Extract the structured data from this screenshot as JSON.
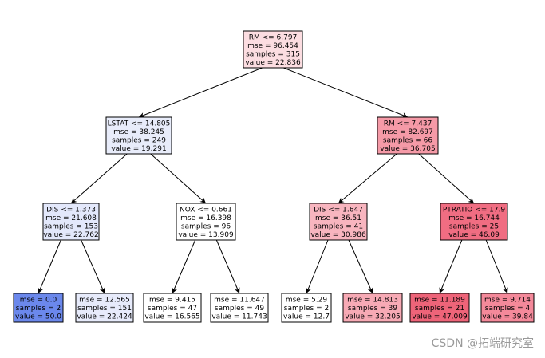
{
  "tree": {
    "nodes": [
      {
        "id": "n0",
        "lines": [
          "RM <= 6.797",
          "mse = 96.454",
          "samples = 315",
          "value = 22.836"
        ],
        "fill": "#fcdde1"
      },
      {
        "id": "n1",
        "lines": [
          "LSTAT <= 14.805",
          "mse = 38.245",
          "samples = 249",
          "value = 19.291"
        ],
        "fill": "#e8ecfa"
      },
      {
        "id": "n2",
        "lines": [
          "RM <= 7.437",
          "mse = 82.697",
          "samples = 66",
          "value = 36.705"
        ],
        "fill": "#f59aa7"
      },
      {
        "id": "n3",
        "lines": [
          "DIS <= 1.373",
          "mse = 21.608",
          "samples = 153",
          "value = 22.762"
        ],
        "fill": "#e3e8fb"
      },
      {
        "id": "n4",
        "lines": [
          "NOX <= 0.661",
          "mse = 16.398",
          "samples = 96",
          "value = 13.909"
        ],
        "fill": "#ffffff"
      },
      {
        "id": "n5",
        "lines": [
          "DIS <= 1.647",
          "mse = 36.51",
          "samples = 41",
          "value = 30.986"
        ],
        "fill": "#f8b5bf"
      },
      {
        "id": "n6",
        "lines": [
          "PTRATIO <= 17.9",
          "mse = 16.744",
          "samples = 25",
          "value = 46.09"
        ],
        "fill": "#f06d82"
      },
      {
        "id": "n7",
        "lines": [
          "mse = 0.0",
          "samples = 2",
          "value = 50.0"
        ],
        "fill": "#6b88ec"
      },
      {
        "id": "n8",
        "lines": [
          "mse = 12.565",
          "samples = 151",
          "value = 22.424"
        ],
        "fill": "#e7ebfb"
      },
      {
        "id": "n9",
        "lines": [
          "mse = 9.415",
          "samples = 47",
          "value = 16.565"
        ],
        "fill": "#ffffff"
      },
      {
        "id": "n10",
        "lines": [
          "mse = 11.647",
          "samples = 49",
          "value = 11.743"
        ],
        "fill": "#ffffff"
      },
      {
        "id": "n11",
        "lines": [
          "mse = 5.29",
          "samples = 2",
          "value = 12.7"
        ],
        "fill": "#ffffff"
      },
      {
        "id": "n12",
        "lines": [
          "mse = 14.813",
          "samples = 39",
          "value = 32.205"
        ],
        "fill": "#f7aab5"
      },
      {
        "id": "n13",
        "lines": [
          "mse = 11.189",
          "samples = 21",
          "value = 47.009"
        ],
        "fill": "#ee6479"
      },
      {
        "id": "n14",
        "lines": [
          "mse = 9.714",
          "samples = 4",
          "value = 39.84"
        ],
        "fill": "#f4899a"
      }
    ],
    "edges": [
      [
        "n0",
        "n1"
      ],
      [
        "n0",
        "n2"
      ],
      [
        "n1",
        "n3"
      ],
      [
        "n1",
        "n4"
      ],
      [
        "n2",
        "n5"
      ],
      [
        "n2",
        "n6"
      ],
      [
        "n3",
        "n7"
      ],
      [
        "n3",
        "n8"
      ],
      [
        "n4",
        "n9"
      ],
      [
        "n4",
        "n10"
      ],
      [
        "n5",
        "n11"
      ],
      [
        "n5",
        "n12"
      ],
      [
        "n6",
        "n13"
      ],
      [
        "n6",
        "n14"
      ]
    ]
  },
  "watermark": "CSDN @拓端研究室"
}
